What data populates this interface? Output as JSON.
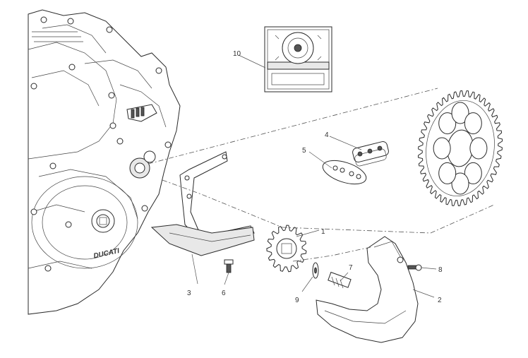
{
  "diagram": {
    "callouts": [
      {
        "id": "c1",
        "label": "1"
      },
      {
        "id": "c2",
        "label": "2"
      },
      {
        "id": "c3",
        "label": "3"
      },
      {
        "id": "c4",
        "label": "4"
      },
      {
        "id": "c5",
        "label": "5"
      },
      {
        "id": "c6",
        "label": "6"
      },
      {
        "id": "c7",
        "label": "7"
      },
      {
        "id": "c8",
        "label": "8"
      },
      {
        "id": "c9",
        "label": "9"
      },
      {
        "id": "c10",
        "label": "10"
      }
    ],
    "engine_logo_text": "DUCATI"
  }
}
